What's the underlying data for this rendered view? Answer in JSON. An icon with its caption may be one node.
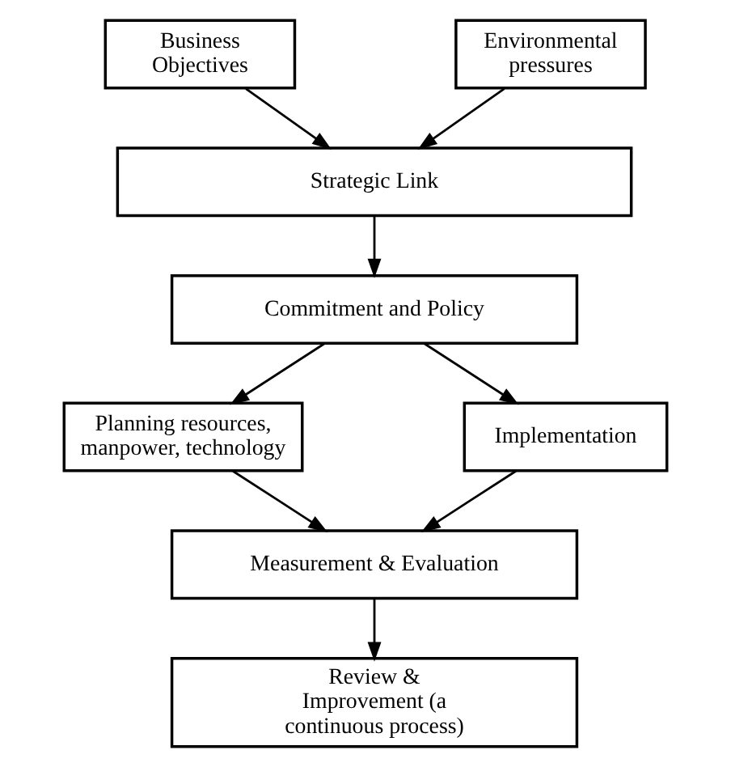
{
  "diagram": {
    "nodes": [
      {
        "text": [
          "Business Objectives"
        ]
      },
      {
        "text": [
          "Environmental pressures"
        ]
      },
      {
        "text": [
          "Strategic Link"
        ]
      },
      {
        "text": [
          "Commitment and Policy"
        ]
      },
      {
        "text": [
          "Planning resources, manpower, technology"
        ]
      },
      {
        "text": [
          "Implementation"
        ]
      },
      {
        "text": [
          "Measurement & Evaluation"
        ]
      },
      {
        "text": [
          "Review & Improvement (a continuous process)"
        ]
      }
    ],
    "edges": [
      {
        "from": 0,
        "to": 2,
        "arrow": "to"
      },
      {
        "from": 1,
        "to": 2,
        "arrow": "to"
      },
      {
        "from": 2,
        "to": 3,
        "arrow": "to"
      },
      {
        "from": 3,
        "to": 4,
        "arrow": "to"
      },
      {
        "from": 3,
        "to": 5,
        "arrow": "to"
      },
      {
        "from": 4,
        "to": 6,
        "arrow": "to"
      },
      {
        "from": 5,
        "to": 6,
        "arrow": "to"
      },
      {
        "from": 6,
        "to": 7,
        "arrow": "to"
      }
    ]
  }
}
